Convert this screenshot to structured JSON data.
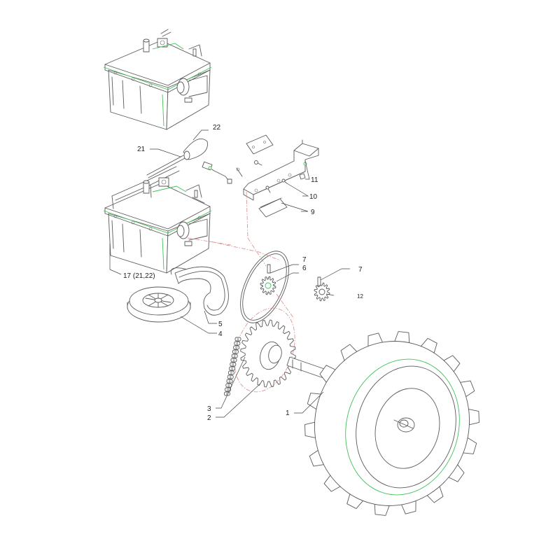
{
  "callouts": [
    {
      "id": "c1",
      "text": "1"
    },
    {
      "id": "c2",
      "text": "2"
    },
    {
      "id": "c3",
      "text": "3"
    },
    {
      "id": "c4",
      "text": "4"
    },
    {
      "id": "c5",
      "text": "5"
    },
    {
      "id": "c6",
      "text": "6"
    },
    {
      "id": "c7a",
      "text": "7"
    },
    {
      "id": "c7b",
      "text": "7"
    },
    {
      "id": "c9",
      "text": "9"
    },
    {
      "id": "c10",
      "text": "10"
    },
    {
      "id": "c11",
      "text": "11"
    },
    {
      "id": "c12",
      "text": "12"
    },
    {
      "id": "c17",
      "text": "17 (21,22)"
    },
    {
      "id": "c21",
      "text": "21"
    },
    {
      "id": "c22",
      "text": "22"
    }
  ],
  "colors": {
    "line": "#5a5a5a",
    "highlight": "#3fc25a",
    "dash": "#d98a8a"
  }
}
